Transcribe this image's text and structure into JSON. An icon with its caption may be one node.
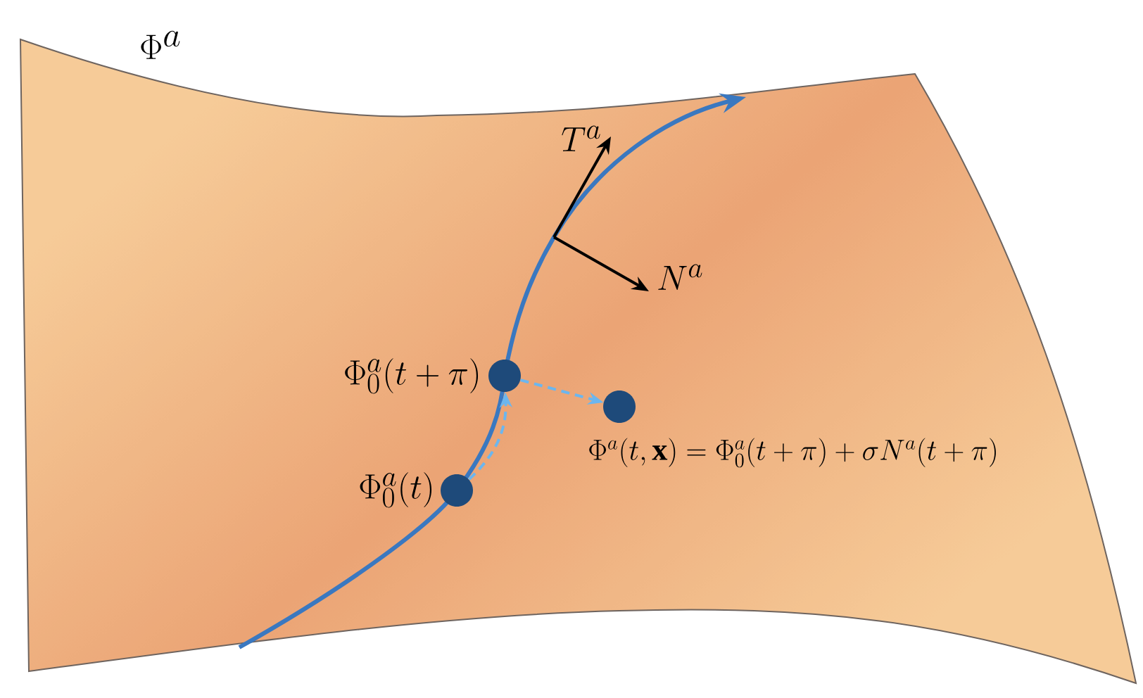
{
  "diagram": {
    "nodes": [
      {
        "text": [
          "\\Phi^a"
        ]
      },
      {
        "text": [],
        "shape": "circle",
        "in": 0,
        "beside": [
          "\\Phi^a_0(t)"
        ]
      },
      {
        "text": [],
        "shape": "circle",
        "in": 0,
        "beside": [
          "\\Phi^a_0(t+\\pi)"
        ]
      },
      {
        "text": [],
        "shape": "circle",
        "in": 0,
        "beside": [
          "\\Phi^a(t,\\mathbf{x}) = \\Phi^a_0(t+\\pi) + \\sigma N^a(t+\\pi)"
        ]
      }
    ],
    "edges": [
      {
        "from": 1,
        "to": 2,
        "arrow": "to",
        "style": "dashed",
        "color": "#6cb6ee"
      },
      {
        "from": 2,
        "to": 3,
        "arrow": "to",
        "style": "dashed",
        "color": "#6cb6ee"
      }
    ],
    "labels": [
      "T^a",
      "N^a"
    ]
  }
}
